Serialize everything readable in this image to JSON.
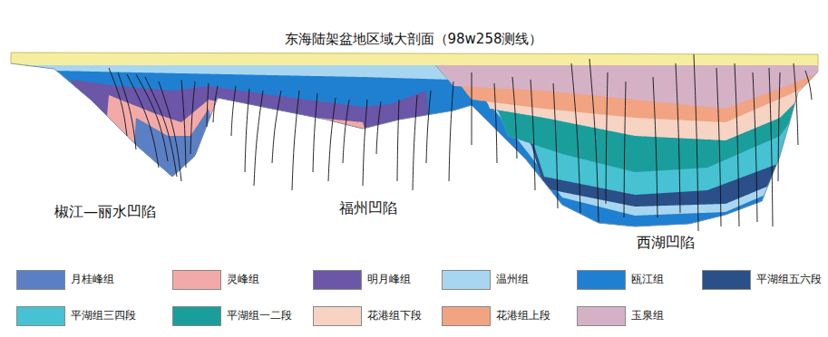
{
  "diagram": {
    "title": "东海陆架盆地区域大剖面（98w258测线）",
    "labels": [
      "椒江—丽水凹陷",
      "福州凹陷",
      "西湖凹陷"
    ],
    "legend": [
      {
        "text": "月桂峰组",
        "color": "#5b7fc4"
      },
      {
        "text": "灵峰组",
        "color": "#f2aaa8"
      },
      {
        "text": "明月峰组",
        "color": "#6b56a8"
      },
      {
        "text": "温州组",
        "color": "#a8d6f0"
      },
      {
        "text": "瓯江组",
        "color": "#1f80d2"
      },
      {
        "text": "平湖组五六段",
        "color": "#2b4f88"
      },
      {
        "text": "平湖组三四段",
        "color": "#46c2d2"
      },
      {
        "text": "平湖组一二段",
        "color": "#1a9e9c"
      },
      {
        "text": "花港组下段",
        "color": "#f7d3c3"
      },
      {
        "text": "花港组上段",
        "color": "#f1a382"
      },
      {
        "text": "玉泉组",
        "color": "#d5b1c6"
      }
    ]
  }
}
